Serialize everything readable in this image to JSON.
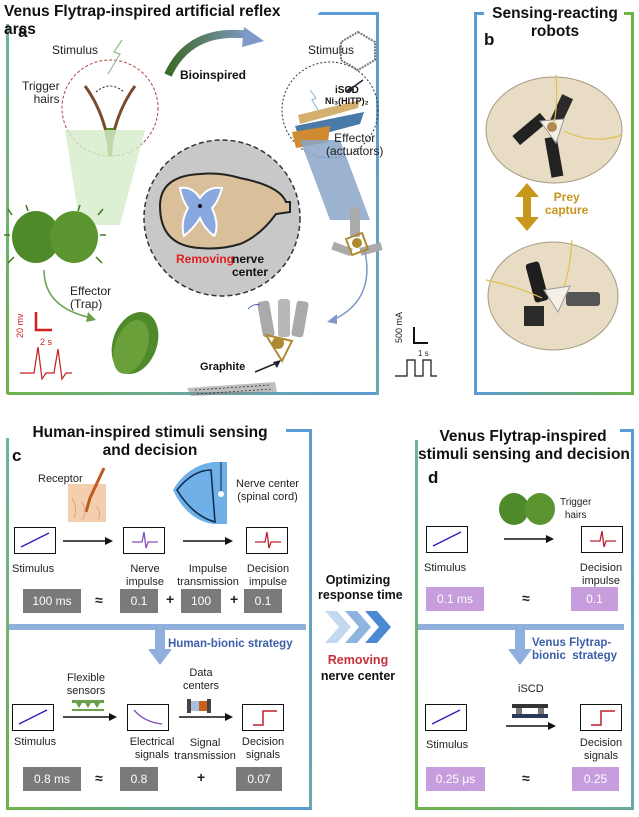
{
  "panel_a": {
    "title": "Venus Flytrap-inspired artificial reflex arcs",
    "letter": "a",
    "labels": {
      "stimulus_left": "Stimulus",
      "trigger_hairs": "Trigger\nhairs",
      "bioinspired": "Bioinspired",
      "stimulus_right": "Stimulus",
      "iscd": "iSCD",
      "material": "Ni₃(HITP)₂",
      "effector_actuators": "Effector\n(actuators)",
      "removing": "Removing",
      "nerve_center": "nerve\ncenter",
      "effector_trap": "Effector\n(Trap)",
      "scale_voltage": "20 mv",
      "scale_time_left": "2 s",
      "graphite": "Graphite",
      "scale_current": "500 mA",
      "scale_time_right": "1 s"
    }
  },
  "panel_b": {
    "title": "Sensing-reacting\nrobots",
    "letter": "b",
    "prey_capture": "Prey\ncapture"
  },
  "panel_c": {
    "title": "Human-inspired stimuli sensing\nand decision",
    "letter": "c",
    "top": {
      "receptor": "Receptor",
      "nerve_center": "Nerve center\n(spinal cord)",
      "stimulus": "Stimulus",
      "nerve_impulse": "Nerve\nimpulse",
      "impulse_transmission": "Impulse\ntransmission",
      "decision_impulse": "Decision\nimpulse",
      "values": [
        "100 ms",
        "0.1",
        "100",
        "0.1"
      ],
      "ops": [
        "≈",
        "+",
        "+"
      ]
    },
    "strategy": "Human-bionic strategy",
    "bottom": {
      "flexible_sensors": "Flexible\nsensors",
      "data_centers": "Data\ncenters",
      "stimulus": "Stimulus",
      "electrical_signals": "Electrical\nsignals",
      "signal_transmission": "Signal\ntransmission",
      "decision_signals": "Decision\nsignals",
      "values": [
        "0.8 ms",
        "0.8",
        "0.07"
      ],
      "ops": [
        "≈",
        "+"
      ]
    }
  },
  "middle": {
    "optimizing": "Optimizing\nresponse time",
    "removing": "Removing",
    "nerve_center": "nerve center"
  },
  "panel_d": {
    "title": "Venus Flytrap-inspired\nstimuli sensing and decision",
    "letter": "d",
    "top": {
      "trigger_hairs": "Trigger\nhairs",
      "stimulus": "Stimulus",
      "decision_impulse": "Decision\nimpulse",
      "values": [
        "0.1 ms",
        "0.1"
      ],
      "ops": [
        "≈"
      ]
    },
    "strategy": "Venus Flytrap-\nbionic  strategy",
    "bottom": {
      "iscd": "iSCD",
      "stimulus": "Stimulus",
      "decision_signals": "Decision\nsignals",
      "values": [
        "0.25 μs",
        "0.25"
      ],
      "ops": [
        "≈"
      ]
    }
  },
  "colors": {
    "frame_green": "#6fb24a",
    "frame_blue": "#5b9bd5",
    "removing_red": "#e02020",
    "strategy_blue": "#3a5fa8",
    "prey_gold": "#c8961a",
    "value_gray": "#7a7a7a",
    "value_purple": "#c79ddd"
  }
}
